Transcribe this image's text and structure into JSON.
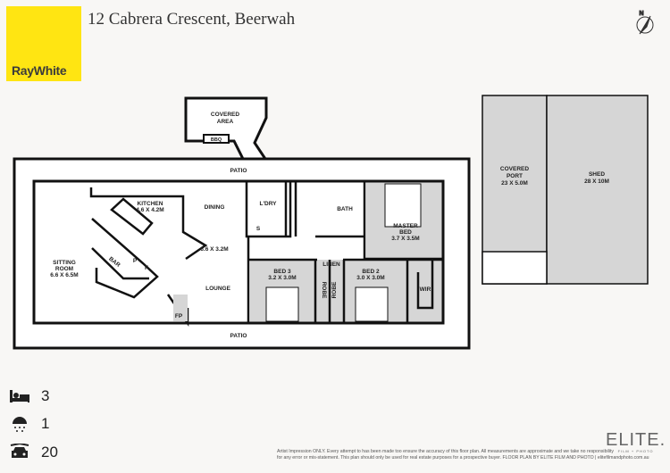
{
  "header": {
    "title": "12 Cabrera Crescent, Beerwah",
    "logo_text": "RayWhite",
    "brand_color": "#ffe512"
  },
  "plan": {
    "covered_area": [
      "COVERED",
      "AREA"
    ],
    "bbq": "BBQ",
    "patio_top": "PATIO",
    "patio_bottom": "PATIO",
    "kitchen": [
      "KITCHEN",
      "4.6 X 4.2M"
    ],
    "dining": "DINING",
    "dining_size": "6.6 X 3.2M",
    "lounge": "LOUNGE",
    "laundry": "L'DRY",
    "s": "S",
    "bath": "BATH",
    "master": [
      "MASTER",
      "BED",
      "3.7 X 3.5M"
    ],
    "sitting": [
      "SITTING",
      "ROOM",
      "6.6 X 6.5M"
    ],
    "bar": "BAR",
    "p": "P",
    "f": "F",
    "fp": "FP",
    "linen": "LINEN",
    "bed3": [
      "BED 3",
      "3.2 X 3.0M"
    ],
    "bed2": [
      "BED 2",
      "3.0 X 3.0M"
    ],
    "robe": "ROBE",
    "wir": "WIR",
    "port": [
      "COVERED",
      "PORT",
      "23 X 5.0M"
    ],
    "shed": [
      "SHED",
      "28 X 10M"
    ]
  },
  "stats": {
    "beds": "3",
    "baths": "1",
    "parking": "20",
    "icons": [
      "bed-icon",
      "shower-icon",
      "car-icon"
    ]
  },
  "footer": {
    "brand": "ELITE.",
    "brand_sub": "FILM + PHOTO",
    "disclaimer_1": "Artist Impression ONLY. Every attempt to has been made too ensure the accuracy of this floor plan. All measurements are approximate and we take no responsibility",
    "disclaimer_2": "for any error or mis-statement. This plan should only be used for real estate purposes for a prospective buyer. FLOOR PLAN BY ELITE FILM AND PHOTO | elitefilmandphoto.com.au"
  }
}
